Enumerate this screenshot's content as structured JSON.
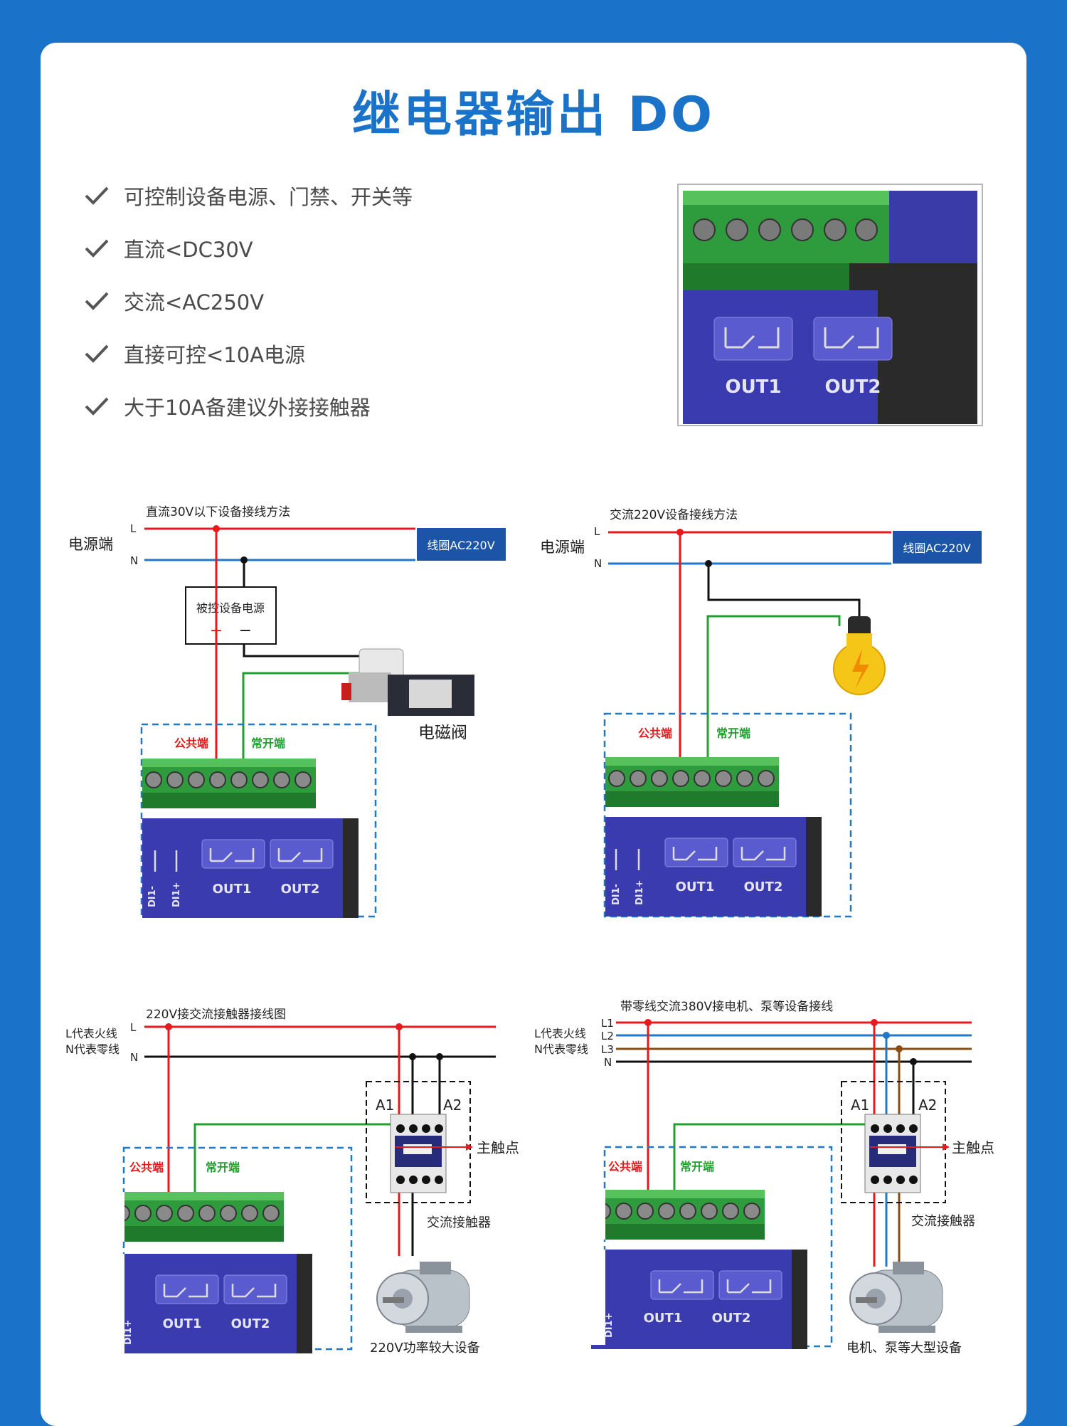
{
  "title": "继电器输出 DO",
  "features": [
    "可控制设备电源、门禁、开关等",
    "直流<DC30V",
    "交流<AC250V",
    "直接可控<10A电源",
    "大于10A备建议外接接触器"
  ],
  "photo": {
    "out1": "OUT1",
    "out2": "OUT2"
  },
  "colors": {
    "brand": "#1a73c9",
    "live": "#e8191c",
    "neutral": "#1f78c8",
    "green": "#22a02f",
    "black": "#111111",
    "brown": "#8b4d12"
  },
  "diagram1": {
    "caption": "直流30V以下设备接线方法",
    "power_label": "电源端",
    "line_l": "L",
    "line_n": "N",
    "coil_box": "线圈AC220V",
    "supply_box": "被控设备电源",
    "plus": "+",
    "minus": "−",
    "load_label": "电磁阀",
    "common": "公共端",
    "no": "常开端",
    "di1m": "DI1-",
    "di1p": "DI1+",
    "out1": "OUT1",
    "out2": "OUT2"
  },
  "diagram2": {
    "caption": "交流220V设备接线方法",
    "power_label": "电源端",
    "line_l": "L",
    "line_n": "N",
    "coil_box": "线圈AC220V",
    "common": "公共端",
    "no": "常开端",
    "di1m": "DI1-",
    "di1p": "DI1+",
    "out1": "OUT1",
    "out2": "OUT2"
  },
  "diagram3": {
    "caption": "220V接交流接触器接线图",
    "legend_l": "L代表火线",
    "legend_n": "N代表零线",
    "line_l": "L",
    "line_n": "N",
    "a1": "A1",
    "a2": "A2",
    "main_contact": "主触点",
    "contactor": "交流接触器",
    "load_label": "220V功率较大设备",
    "common": "公共端",
    "no": "常开端",
    "di1p": "DI1+",
    "out1": "OUT1",
    "out2": "OUT2"
  },
  "diagram4": {
    "caption": "带零线交流380V接电机、泵等设备接线",
    "legend_l": "L代表火线",
    "legend_n": "N代表零线",
    "line_l1": "L1",
    "line_l2": "L2",
    "line_l3": "L3",
    "line_n": "N",
    "a1": "A1",
    "a2": "A2",
    "main_contact": "主触点",
    "contactor": "交流接触器",
    "load_label": "电机、泵等大型设备",
    "common": "公共端",
    "no": "常开端",
    "di1p": "DI1+",
    "out1": "OUT1",
    "out2": "OUT2"
  }
}
